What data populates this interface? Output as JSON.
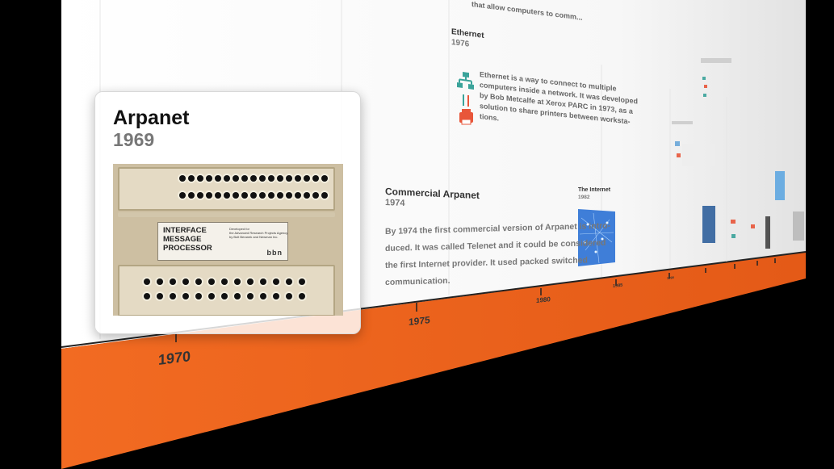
{
  "timeline": {
    "featured": {
      "title": "Arpanet",
      "year": "1969",
      "image_alt": "Interface Message Processor",
      "plate_text": "INTERFACE\nMESSAGE\nPROCESSOR",
      "plate_small": "Developed for\nthe Advanced Research Projects Agency\nby Bolt Beranek and Newman Inc.",
      "plate_logo": "bbn"
    },
    "events": [
      {
        "title": "Ethernet",
        "year": "1976",
        "text": "Ethernet is a way to connect to multiple\ncomputers inside a network. It was developed\nby Bob Metcalfe at Xerox PARC in 1973, as a\nsolution to share printers between workstа-\ntions."
      },
      {
        "title": "Commercial Arpanet",
        "year": "1974",
        "text": "By 1974 the first commercial version of Arpanet is intro-\nduced. It was called Telenet and it could be considered\nthe first Internet provider. It used packed switched\ncommunication."
      },
      {
        "title": "The Internet",
        "year": "1982"
      },
      {
        "snippet": "that allow\ncomputers to comm..."
      }
    ],
    "axis_ticks": [
      "1970",
      "1975",
      "1980",
      "1985",
      "1990"
    ],
    "colors": {
      "axis": "#ef6a23",
      "card": "#ffffff",
      "background": "#000000",
      "ethernet_icon": "#3aa39a",
      "printer_icon": "#e8563a"
    }
  }
}
